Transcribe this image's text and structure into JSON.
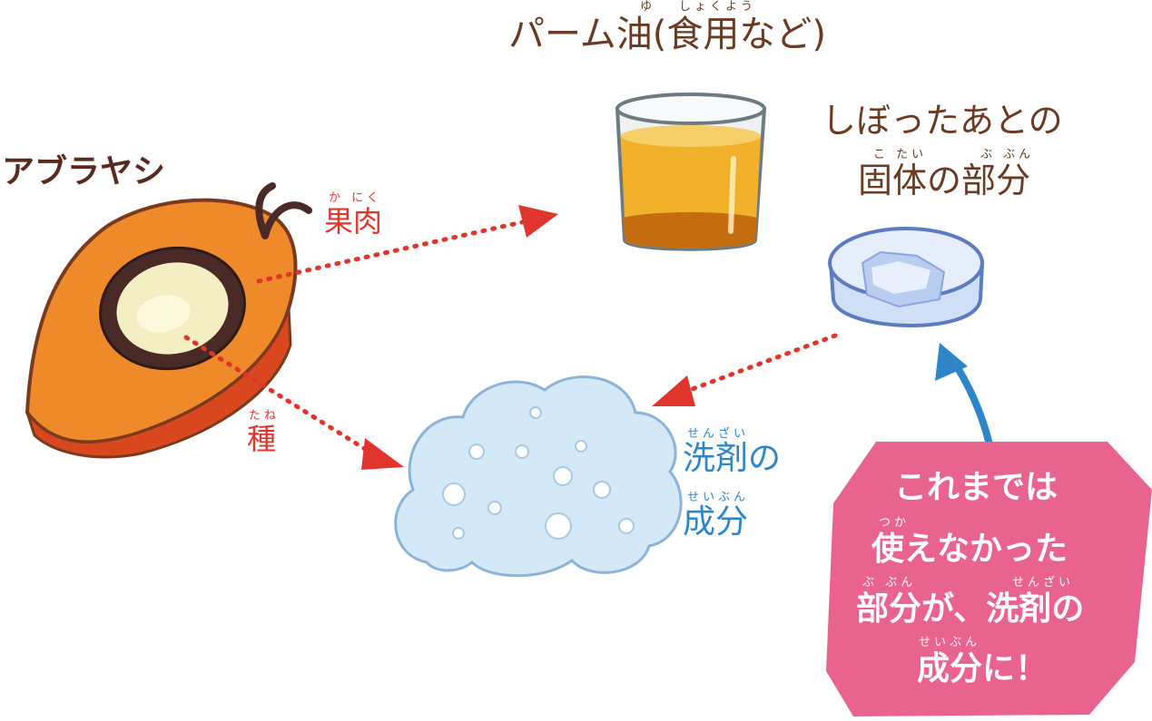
{
  "labels": {
    "palm_oil": "パーム油(食用など)",
    "palm_oil_ruby_1": "ゆ",
    "palm_oil_ruby_2": "しょくよう",
    "solid_line1": "しぼったあとの",
    "solid_line2": "固体の部分",
    "solid_ruby_1": "こ たい",
    "solid_ruby_2": "ぶ ぶん",
    "plant": "アブラヤシ",
    "flesh": "果肉",
    "flesh_ruby": "か にく",
    "seed": "種",
    "seed_ruby": "たね",
    "detergent_line1": "洗剤の",
    "detergent_line2": "成分",
    "detergent_ruby_1": "せんざい",
    "detergent_ruby_2": "せいぶん"
  },
  "callout": {
    "line1": "これまでは",
    "line2": "使えなかった",
    "line3": "部分が、洗剤の",
    "line4": "成分に！",
    "ruby_tsuka": "つか",
    "ruby_bubun": "ぶ ぶん",
    "ruby_senzai": "せんざい",
    "ruby_seibun": "せいぶん"
  },
  "colors": {
    "label_brown": "#6b3a22",
    "flow_red": "#e0352c",
    "flow_blue": "#2e86c8",
    "callout_pink": "#e8648e",
    "fruit_orange": "#ef8a2a",
    "oil_yellow": "#f0a820",
    "foam_blue": "#cfe6f7"
  },
  "icons": [
    "palm-fruit-icon",
    "oil-glass-icon",
    "petri-dish-icon",
    "foam-cloud-icon"
  ]
}
